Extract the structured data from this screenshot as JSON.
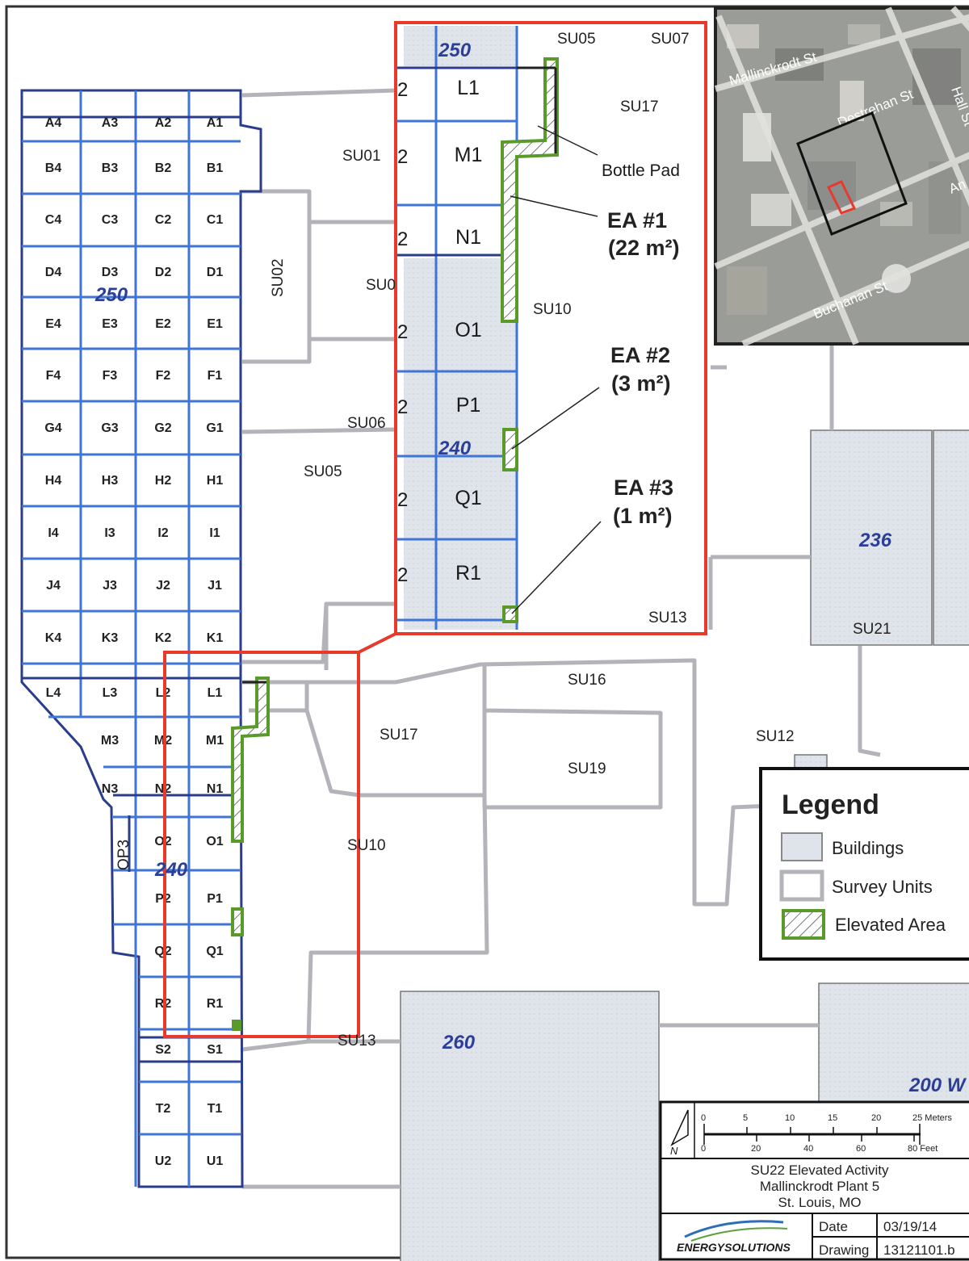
{
  "map": {
    "inset_streets": [
      "Mallinckrodt St",
      "Destrehan St",
      "Hall St",
      "Buchanan St",
      "An"
    ],
    "elevations": {
      "e250_top": "250",
      "e250_left": "250",
      "e240_mid": "240",
      "e240_left": "240",
      "e236": "236",
      "e260": "260",
      "e200w": "200 W"
    },
    "survey_units": {
      "su05_top": "SU05",
      "su07": "SU07",
      "su17_top": "SU17",
      "su01": "SU01",
      "su02": "SU02",
      "su0": "SU0",
      "su10_top": "SU10",
      "su06": "SU06",
      "su05_mid": "SU05",
      "su13_top": "SU13",
      "su16": "SU16",
      "su17_bot": "SU17",
      "su19": "SU19",
      "su12": "SU12",
      "su21": "SU21",
      "su10_bot": "SU10",
      "su13_bot": "SU13",
      "op3": "OP3"
    },
    "bottle_pad": "Bottle Pad",
    "ea": [
      {
        "name": "EA #1",
        "area": "(22 m²)"
      },
      {
        "name": "EA #2",
        "area": "(3 m²)"
      },
      {
        "name": "EA #3",
        "area": "(1 m²)"
      }
    ],
    "zoom_grid": {
      "labels": [
        "L1",
        "M1",
        "N1",
        "O1",
        "P1",
        "Q1",
        "R1"
      ],
      "edge_digits": [
        "2",
        "2",
        "2",
        "2",
        "2",
        "2",
        "2"
      ]
    },
    "grid_rows": [
      [
        "A4",
        "A3",
        "A2",
        "A1"
      ],
      [
        "B4",
        "B3",
        "B2",
        "B1"
      ],
      [
        "C4",
        "C3",
        "C2",
        "C1"
      ],
      [
        "D4",
        "D3",
        "D2",
        "D1"
      ],
      [
        "E4",
        "E3",
        "E2",
        "E1"
      ],
      [
        "F4",
        "F3",
        "F2",
        "F1"
      ],
      [
        "G4",
        "G3",
        "G2",
        "G1"
      ],
      [
        "H4",
        "H3",
        "H2",
        "H1"
      ],
      [
        "I4",
        "I3",
        "I2",
        "I1"
      ],
      [
        "J4",
        "J3",
        "J2",
        "J1"
      ],
      [
        "K4",
        "K3",
        "K2",
        "K1"
      ],
      [
        "L4",
        "L3",
        "L2",
        "L1"
      ],
      [
        "",
        "M3",
        "M2",
        "M1"
      ],
      [
        "",
        "N3",
        "N2",
        "N1"
      ],
      [
        "",
        "",
        "O2",
        "O1"
      ],
      [
        "",
        "",
        "P2",
        "P1"
      ],
      [
        "",
        "",
        "Q2",
        "Q1"
      ],
      [
        "",
        "",
        "R2",
        "R1"
      ],
      [
        "",
        "",
        "S2",
        "S1"
      ],
      [
        "",
        "",
        "T2",
        "T1"
      ],
      [
        "",
        "",
        "U2",
        "U1"
      ]
    ]
  },
  "legend": {
    "title": "Legend",
    "items": [
      {
        "label": "Buildings"
      },
      {
        "label": "Survey Units"
      },
      {
        "label": "Elevated Area"
      }
    ]
  },
  "scale_bar": {
    "north": "N",
    "meters_ticks": [
      "0",
      "5",
      "10",
      "15",
      "20",
      "25 Meters"
    ],
    "feet_ticks": [
      "0",
      "20",
      "40",
      "60",
      "80 Feet"
    ]
  },
  "title_block": {
    "line1": "SU22 Elevated Activity",
    "line2": "Mallinckrodt Plant 5",
    "line3": "St. Louis, MO",
    "company": "ENERGYSOLUTIONS",
    "date_label": "Date",
    "date_value": "03/19/14",
    "drawing_label": "Drawing",
    "drawing_value": "13121101.b"
  },
  "colors": {
    "survey_unit_line": "#b5b5bb",
    "grid_dark_blue": "#2a3c8c",
    "grid_light_blue": "#3f76d6",
    "building_fill": "#dde2ea",
    "callout_red": "#e8392d",
    "elevated_green": "#5a9a2a"
  }
}
